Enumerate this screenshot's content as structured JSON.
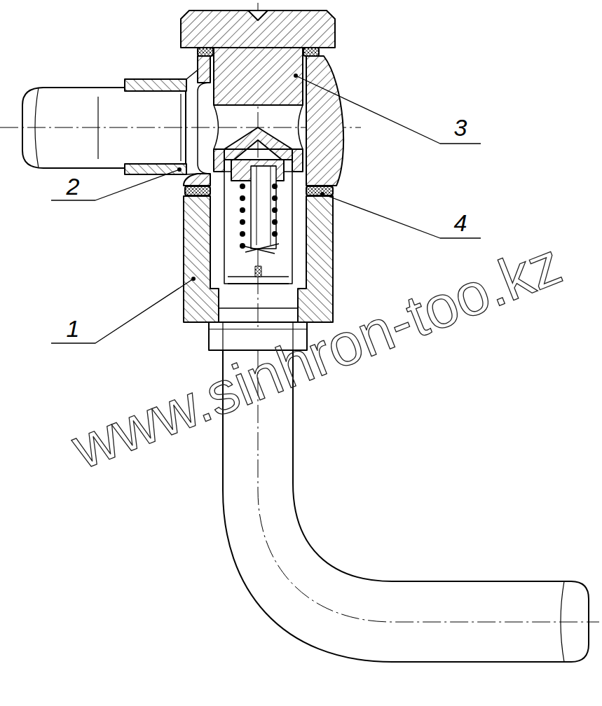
{
  "diagram": {
    "labels": [
      "3",
      "2",
      "4",
      "1",
      "www.sinhron-too.kz"
    ]
  }
}
